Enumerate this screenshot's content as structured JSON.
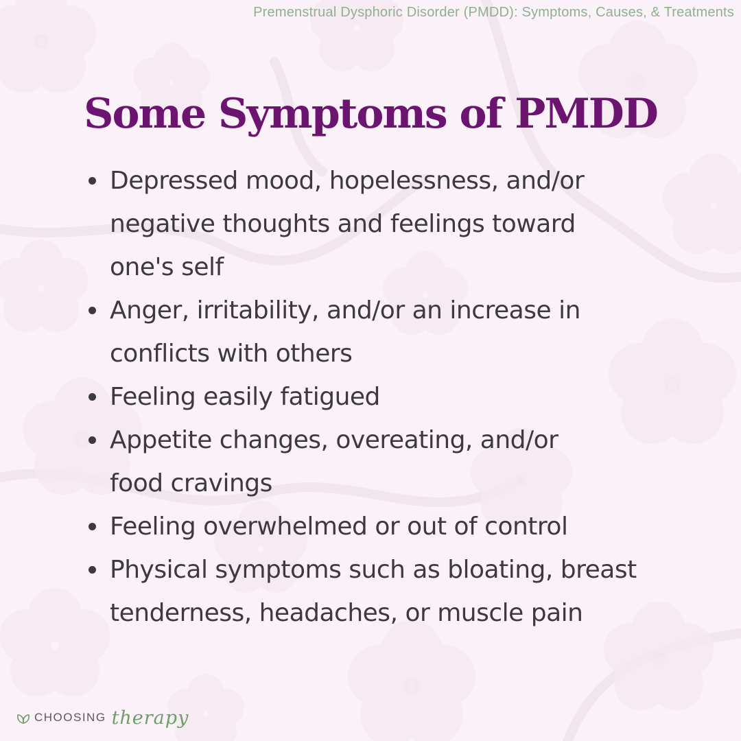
{
  "header": {
    "caption": "Premenstrual Dysphoric Disorder (PMDD): Symptoms, Causes, & Treatments"
  },
  "title": "Some Symptoms of PMDD",
  "symptoms": [
    {
      "text": "Depressed mood, hopelessness, and/or negative thoughts and feelings toward one's self",
      "lines": [
        "Depressed mood, hopelessness, and/or",
        "negative thoughts and feelings toward",
        "one's self"
      ]
    },
    {
      "text": "Anger, irritability, and/or an increase in conflicts with others",
      "lines": [
        "Anger, irritability, and/or an increase in",
        "conflicts with others"
      ]
    },
    {
      "text": "Feeling easily fatigued",
      "lines": [
        "Feeling easily fatigued"
      ]
    },
    {
      "text": "Appetite changes, overeating, and/or food cravings",
      "lines": [
        "Appetite changes, overeating, and/or",
        "food cravings"
      ]
    },
    {
      "text": "Feeling overwhelmed or out of control",
      "lines": [
        "Feeling overwhelmed or out of control"
      ]
    },
    {
      "text": "Physical symptoms such as bloating, breast tenderness, headaches, or muscle pain",
      "lines": [
        "Physical symptoms such as bloating, breast",
        "tenderness, headaches, or muscle pain"
      ]
    }
  ],
  "brand": {
    "choosing": "CHOOSING",
    "therapy": "therapy",
    "logo_icon": "leaf-icon"
  },
  "colors": {
    "background": "#f9f0f7",
    "title": "#6b1570",
    "body_text": "#3c3a3e",
    "caption": "#8fb08f",
    "brand_green": "#6e9c6a",
    "blossom_pattern": "#f1dbe9"
  }
}
